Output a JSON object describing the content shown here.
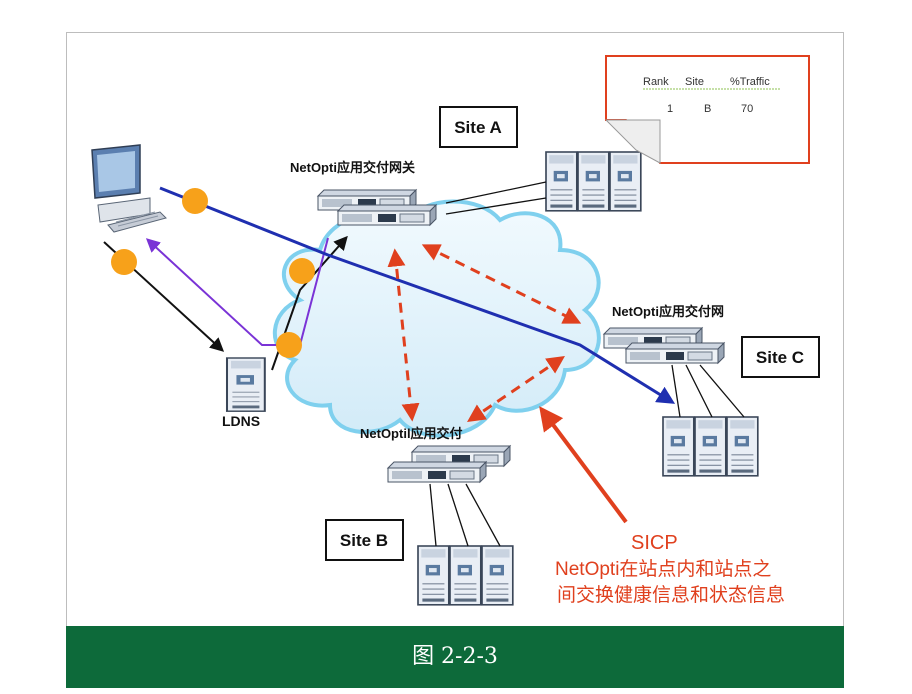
{
  "site_a": "Site A",
  "site_b": "Site B",
  "site_c": "Site C",
  "gw_top": "NetOpti应用交付网关",
  "gw_right": "NetOpti应用交付网",
  "gw_bottom": "NetOptil应用交付",
  "ldns": "LDNS",
  "table": {
    "headers": [
      "Rank",
      "Site",
      "%Traffic"
    ],
    "row": [
      "1",
      "B",
      "70"
    ]
  },
  "sicp_title": "SICP",
  "sicp_line1": "NetOpti在站点内和站点之",
  "sicp_line2": "间交换健康信息和状态信息",
  "caption": "图 2-2-3",
  "colors": {
    "footer": "#0d6a3a",
    "flow_blue": "#1f2fb0",
    "flow_purple": "#7a33d6",
    "sicp_red": "#e0401e",
    "dot_orange": "#f7a11a",
    "cloud": "#dff1fb"
  }
}
